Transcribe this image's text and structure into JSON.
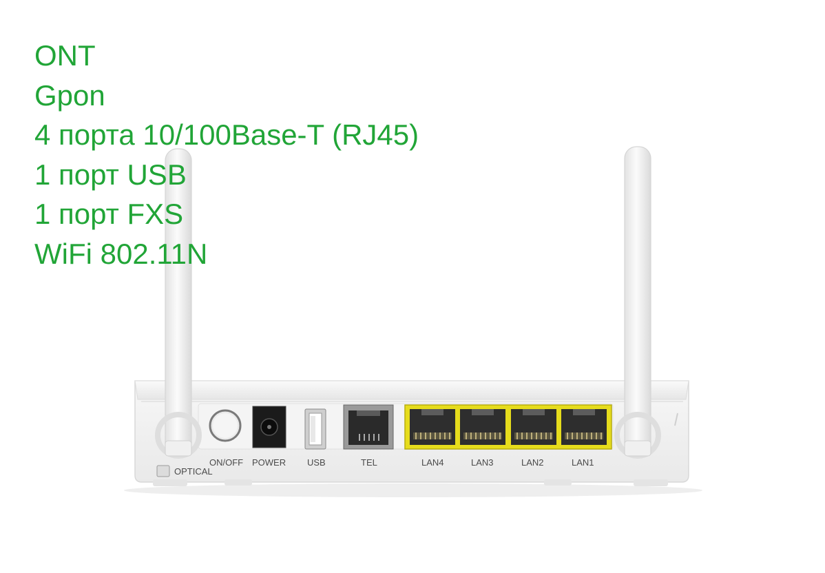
{
  "specs": [
    "ONT",
    "Gpon",
    "4 порта 10/100Base-T (RJ45)",
    "1 порт USB",
    "1 порт FXS",
    "WiFi 802.11N"
  ],
  "ports": {
    "optical": "OPTICAL",
    "onoff": "ON/OFF",
    "power": "POWER",
    "usb": "USB",
    "tel": "TEL",
    "lan4": "LAN4",
    "lan3": "LAN3",
    "lan2": "LAN2",
    "lan1": "LAN1"
  },
  "colors": {
    "text_green": "#21a537",
    "lan_port_yellow": "#e6dc1c",
    "device_body": "#f2f2f2"
  }
}
